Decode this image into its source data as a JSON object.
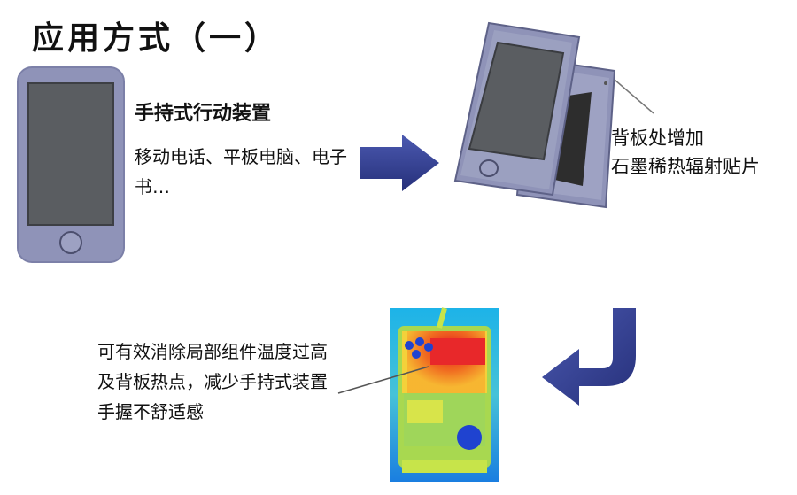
{
  "title": "应用方式（一）",
  "device": {
    "heading": "手持式行动装置",
    "examples": "移动电话、平板电脑、电子书…"
  },
  "backplate_label": {
    "line1": "背板处增加",
    "line2": "石墨稀热辐射贴片"
  },
  "benefit_text": "可有效消除局部组件温度过高及背板热点，减少手持式装置手握不舒适感",
  "colors": {
    "phone_body": "#8f93b8",
    "phone_outline": "#7c80a8",
    "screen": "#5a5d61",
    "arrow": "#2e3a8c",
    "graphite": "#2d2d2d"
  },
  "icons": [
    "phone-front-icon",
    "arrow-right-icon",
    "phone-with-backplate-icon",
    "arrow-curved-icon",
    "thermal-image"
  ]
}
